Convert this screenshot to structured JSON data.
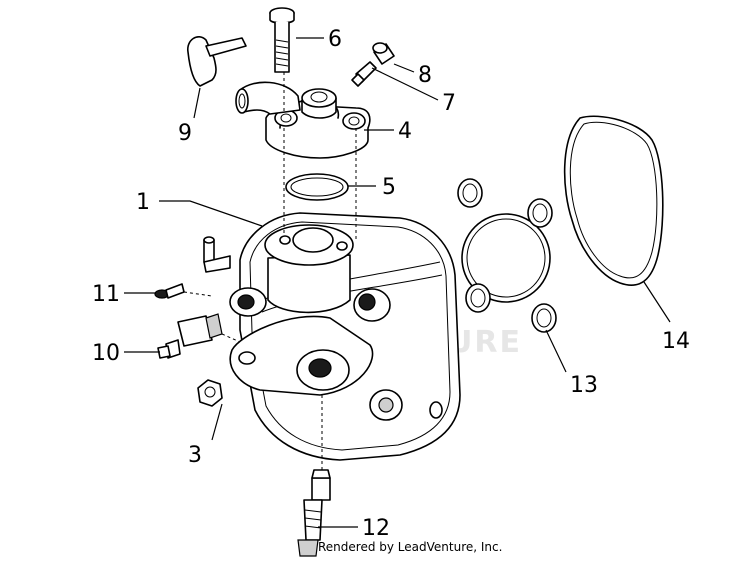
{
  "callouts": [
    {
      "id": "1",
      "label": "1"
    },
    {
      "id": "3",
      "label": "3"
    },
    {
      "id": "4",
      "label": "4"
    },
    {
      "id": "5",
      "label": "5"
    },
    {
      "id": "6",
      "label": "6"
    },
    {
      "id": "7",
      "label": "7"
    },
    {
      "id": "8",
      "label": "8"
    },
    {
      "id": "9",
      "label": "9"
    },
    {
      "id": "10",
      "label": "10"
    },
    {
      "id": "11",
      "label": "11"
    },
    {
      "id": "12",
      "label": "12"
    },
    {
      "id": "13",
      "label": "13"
    },
    {
      "id": "14",
      "label": "14"
    }
  ],
  "watermark": "LEADVENTURE",
  "credit": "Rendered by LeadVenture, Inc."
}
